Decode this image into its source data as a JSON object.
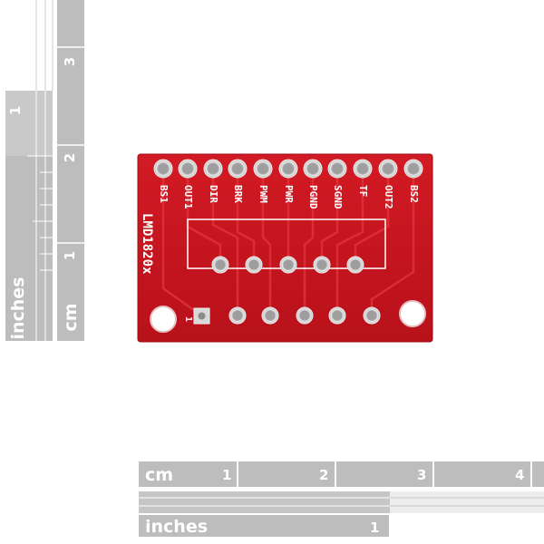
{
  "rulers": {
    "unit_cm": "cm",
    "unit_inches": "inches",
    "left_cm_ticks": [
      "1",
      "2",
      "3"
    ],
    "left_inch_ticks": [
      "1"
    ],
    "bottom_cm_ticks": [
      "1",
      "2",
      "3",
      "4"
    ],
    "bottom_inch_ticks": [
      "1"
    ]
  },
  "board": {
    "part_label": "LMD1820x",
    "pin1_marker": "1",
    "pin_labels": [
      "BS1",
      "OUT1",
      "DIR",
      "BRK",
      "PWM",
      "PWR",
      "PGND",
      "SGND",
      "TF",
      "OUT2",
      "BS2"
    ]
  },
  "colors": {
    "pcb_red": "#c8141e",
    "pcb_dark_red": "#a80f16",
    "silkscreen": "#ffffff",
    "pad_silver": "#d9d9d9",
    "ruler_gray": "#b9b9b9",
    "ruler_dark": "#9a9a9a"
  }
}
